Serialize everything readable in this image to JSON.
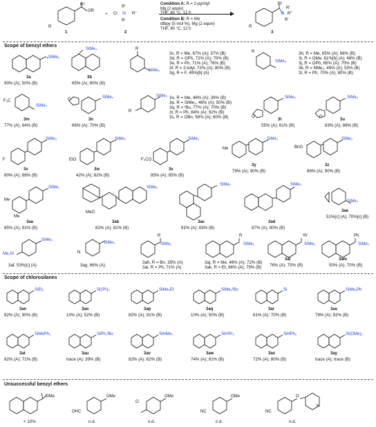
{
  "header": {
    "cond_a_label": "Condition A:",
    "cond_a_r": "R = 2-pyridyl",
    "cond_a_line2": "Mg (2 equiv)",
    "cond_a_line3": "THF, 80 °C, 12 h",
    "cond_b_label": "Condition B:",
    "cond_b_r": "R = Me",
    "cond_b_line2": "dtbpy (5 mol %), Mg (2 equiv)",
    "cond_b_line3": "THF, 80 °C, 12 h",
    "cpd1": "1",
    "cpd2": "2",
    "cpd3": "3",
    "plus": "+",
    "or_label": "OR",
    "cl_label": "Cl",
    "si_label": "Si",
    "r1": "R'",
    "r2": "R''",
    "r3": "R",
    "r4": "R²"
  },
  "sections": {
    "benzyl": "Scope of benzyl ethers",
    "chloro": "Scope of chlorosilanes",
    "unsuccessful": "Unsuccessful benzyl ethers"
  },
  "benzyl": {
    "3a_label": "3a",
    "3a_yield": "90% (A); 50% (B)",
    "3b_label": "3b",
    "3b_yield": "65% (A); 80% (B)",
    "3c_g": [
      "3c, R = Me, 67% (A); 37% (B)",
      "3d, R = OPh, 72% (A); 70% (B)",
      "3e, R = Ph, 71% (A); 76% (B)",
      "3f, R = 2-tolyl, 72% (A); 80% (B)",
      "3g, R = F, 49%[b] (A)"
    ],
    "3h_g": [
      "3h, R = Me, 65% (A); 66% (B)",
      "3i, R = OMe, 61%[b] (A); 46% (B)",
      "3j, R = OPh, 65% (A); 70% (B)",
      "3k, R = NMe₂, 49% (A); 50% (B)",
      "3l, R = Ph, 70% (A); 80% (B)"
    ],
    "3m_label": "3m",
    "3m_yield": "77% (A); 64% (B)",
    "3n_label": "3n",
    "3n_yield": "66% (A); 70% (B)",
    "3o_g": [
      "3o, R = Me, 46% (A); 39% (B)",
      "3p, R = SiMe₃, 46% (A); 50% (B)",
      "3q, R = ᵗBu, 77% (A); 70% (B)",
      "3r, R = Ph, 84% (A); 92% (B)",
      "3s, R = OBn, 56% (A); 60% (B)"
    ],
    "3t_label": "3t",
    "3t_yield": "55% (A); 61% (B)",
    "3u_label": "3u",
    "3u_yield": "83% (A); 88% (B)",
    "3v_label": "3v",
    "3v_yield": "80% (A); 88% (B)",
    "3w_label": "3w",
    "3w_yield": "42% (A); 82% (B)",
    "3x_label": "3x",
    "3x_yield": "85% (A); 85% (B)",
    "3y_label": "3y",
    "3y_yield": "79% (A); 90% (B)",
    "3z_label": "3z",
    "3z_yield": "86% (A); 90% (B)",
    "3aa_label": "3aa",
    "3aa_yield": "85% (A); 91% (B)",
    "3ab_label": "3ab",
    "3ab_yield": "82% (A); 81% (B)",
    "3ac_label": "3ac",
    "3ac_yield": "81% (A); 83% (B)",
    "3ad_label": "3ad",
    "3ad_yield": "87% (A); 90% (B)",
    "3ae_label": "3ae",
    "3ae_yield": "51%[c] (A); 70%[c] (B)",
    "3af_yield": "3af, 53%[c] (A)",
    "3ag_yield": "3ag, 66% (A)",
    "3ah_g": [
      "3ah, R = Bn, 35% (A)",
      "3ai, R = Ph, 71% (A)"
    ],
    "3aj_g": [
      "3aj, R = Me, 46% (A); 72% (B)",
      "3ak, R = Et, 66% (A); 75% (B)"
    ],
    "3al_label": "3al",
    "3al_yield": "76% (A); 75% (B)",
    "3am_label": "3am",
    "3am_yield": "50% (A); 70% (B)"
  },
  "chloro": {
    "items": [
      {
        "label": "3an",
        "yield": "82% (A); 90% (B)",
        "si": "SiEt₃"
      },
      {
        "label": "3ao",
        "yield": "10% (A); 52% (B)",
        "si": "Si(ⁱPr)₃"
      },
      {
        "label": "3ap",
        "yield": "82% (A); 91% (B)",
        "si": "SiMe₂Et"
      },
      {
        "label": "3aq",
        "yield": "10% (A); 50% (B)",
        "si": "SiMe₂ᵗBu"
      },
      {
        "label": "3ar",
        "yield": "61% (A); 70% (B)",
        "si": "Si"
      },
      {
        "label": "3as",
        "yield": "79% (A); 82% (B)",
        "si": "SiMe₂Ph"
      },
      {
        "label": "3at",
        "yield": "82% (A); 71% (B)",
        "si": "SiMePh₂"
      },
      {
        "label": "3au",
        "yield": "trace (A); 39% (B)",
        "si": "SiPh₂ᵗBu"
      },
      {
        "label": "3av",
        "yield": "82% (A); 62% (B)",
        "si": "SiHMe₂"
      },
      {
        "label": "3aw",
        "yield": "74% (A); 81% (B)",
        "si": "SiHⁱPr₂"
      },
      {
        "label": "3ax",
        "yield": "72% (A); 80% (B)",
        "si": "SiHPh₂"
      },
      {
        "label": "3ay",
        "yield": "trace (A); trace (B)",
        "si": "Si(OMe)₃"
      }
    ]
  },
  "unsuccessful": {
    "items": [
      "< 10%",
      "n.d.",
      "n.d.",
      "n.d.",
      "n.d."
    ],
    "labels": [
      "OMe",
      "OMe",
      "OMe",
      "OMe",
      "O"
    ],
    "subs": [
      "",
      "OHC",
      "O",
      "NC",
      "NC"
    ]
  },
  "si_labels": {
    "sime3": "SiMe₃",
    "me": "Me",
    "ipr": "ⁱPr",
    "ph": "Ph",
    "meo": "MeO",
    "bno": "BnO",
    "eto": "EtO",
    "f3co": "F₃CO",
    "f": "F",
    "f3c": "F₃C",
    "me3si": "Me₃Si",
    "r": "R",
    "o": "O",
    "n": "N"
  }
}
